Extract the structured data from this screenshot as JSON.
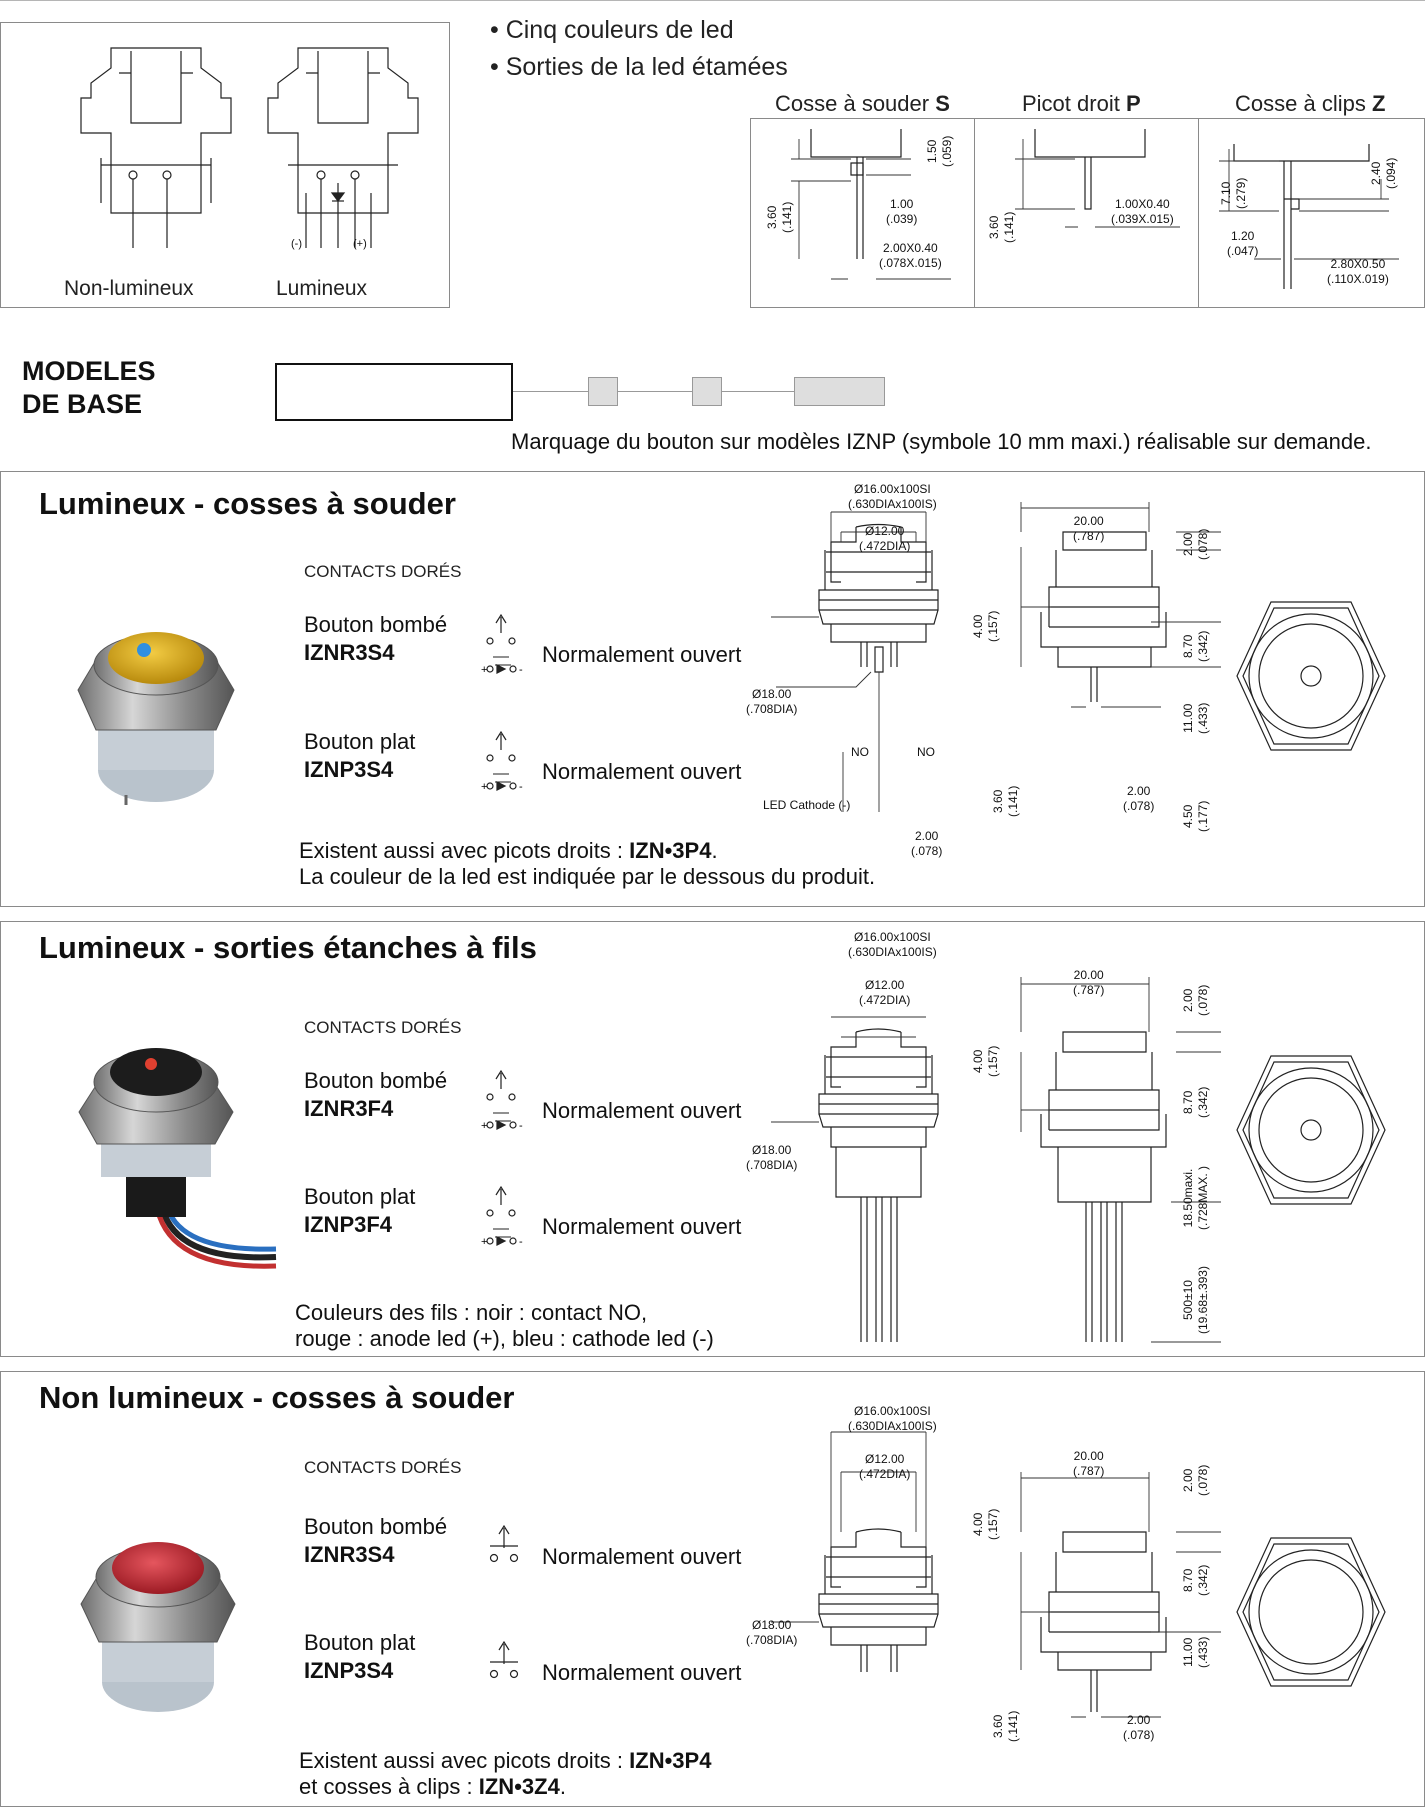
{
  "top": {
    "diagram_labels": {
      "non_lumineux": "Non-lumineux",
      "lumineux": "Lumineux",
      "minus": "(-)",
      "plus": "(+)"
    },
    "bullets": [
      "• Cinq couleurs de led",
      "• Sorties de la led étamées"
    ],
    "terminals": [
      {
        "label": "Cosse à souder",
        "code": "S",
        "dims": [
          "3.60",
          "(.141)",
          "1.50",
          "(.059)",
          "1.00",
          "(.039)",
          "2.00X0.40",
          "(.078X.015)"
        ]
      },
      {
        "label": "Picot droit",
        "code": "P",
        "dims": [
          "3.60",
          "(.141)",
          "1.00X0.40",
          "(.039X.015)"
        ]
      },
      {
        "label": "Cosse à clips",
        "code": "Z",
        "dims": [
          "7.10",
          "(.279)",
          "2.40",
          "(.094)",
          "1.20",
          "(.047)",
          "2.80X0.50",
          "(.110X.019)"
        ]
      }
    ]
  },
  "modeles": {
    "title_line1": "MODELES",
    "title_line2": "DE BASE",
    "marking_note": "Marquage du bouton sur modèles IZNP (symbole 10 mm maxi.) réalisable sur demande."
  },
  "sections": [
    {
      "title": "Lumineux - cosses à souder",
      "contacts": "CONTACTS DORÉS",
      "products": [
        {
          "name": "Bouton bombé",
          "ref": "IZNR3S4",
          "function": "Normalement ouvert"
        },
        {
          "name": "Bouton plat",
          "ref": "IZNP3S4",
          "function": "Normalement ouvert"
        }
      ],
      "note_line1_pre": "Existent aussi avec picots droits : ",
      "note_line1_bold": "IZN•3P4",
      "note_line1_post": ".",
      "note_line2": "La couleur de la led est indiquée par le dessous du produit.",
      "dims": {
        "d16": "Ø16.00x100SI",
        "d16i": "(.630DIAx100IS)",
        "d12": "Ø12.00",
        "d12i": "(.472DIA)",
        "d18": "Ø18.00",
        "d18i": "(.708DIA)",
        "w20": "20.00",
        "w20i": "(.787)",
        "h2": "2.00",
        "h2i": "(.078)",
        "h4": "4.00",
        "h4i": "(.157)",
        "h87": "8.70",
        "h87i": "(.342)",
        "h11": "11.00",
        "h11i": "(.433)",
        "h36": "3.60",
        "h36i": "(.141)",
        "h45": "4.50",
        "h45i": "(.177)",
        "t2": "2.00",
        "t2i": "(.078)",
        "b2": "2.00",
        "b2i": "(.078)",
        "no": "NO",
        "led": "LED Cathode (-)"
      }
    },
    {
      "title": "Lumineux - sorties étanches à fils",
      "contacts": "CONTACTS DORÉS",
      "products": [
        {
          "name": "Bouton bombé",
          "ref": "IZNR3F4",
          "function": "Normalement ouvert"
        },
        {
          "name": "Bouton plat",
          "ref": "IZNP3F4",
          "function": "Normalement ouvert"
        }
      ],
      "note_line1": "Couleurs des fils : noir : contact NO,",
      "note_line2": "rouge : anode led (+), bleu : cathode led (-)",
      "dims": {
        "d16": "Ø16.00x100SI",
        "d16i": "(.630DIAx100IS)",
        "d12": "Ø12.00",
        "d12i": "(.472DIA)",
        "d18": "Ø18.00",
        "d18i": "(.708DIA)",
        "w20": "20.00",
        "w20i": "(.787)",
        "h2": "2.00",
        "h2i": "(.078)",
        "h4": "4.00",
        "h4i": "(.157)",
        "h87": "8.70",
        "h87i": "(.342)",
        "h185": "18.50maxi.",
        "h185i": "(.728MAX.  )",
        "h500": "500±10",
        "h500i": "(19.68±.393)"
      }
    },
    {
      "title": "Non lumineux - cosses à souder",
      "contacts": "CONTACTS DORÉS",
      "products": [
        {
          "name": "Bouton bombé",
          "ref": "IZNR3S4",
          "function": "Normalement ouvert"
        },
        {
          "name": "Bouton plat",
          "ref": "IZNP3S4",
          "function": "Normalement ouvert"
        }
      ],
      "note_line1_pre": "Existent aussi avec picots droits : ",
      "note_line1_bold": "IZN•3P4",
      "note_line2_pre": "et cosses à clips : ",
      "note_line2_bold": "IZN•3Z4",
      "note_line2_post": ".",
      "dims": {
        "d16": "Ø16.00x100SI",
        "d16i": "(.630DIAx100IS)",
        "d12": "Ø12.00",
        "d12i": "(.472DIA)",
        "d18": "Ø18.00",
        "d18i": "(.708DIA)",
        "w20": "20.00",
        "w20i": "(.787)",
        "h2": "2.00",
        "h2i": "(.078)",
        "h4": "4.00",
        "h4i": "(.157)",
        "h87": "8.70",
        "h87i": "(.342)",
        "h11": "11.00",
        "h11i": "(.433)",
        "h36": "3.60",
        "h36i": "(.141)",
        "b2": "2.00",
        "b2i": "(.078)"
      }
    }
  ],
  "colors": {
    "border": "#8a8a8a",
    "text": "#111111",
    "cap_yellow": "#e3b21b",
    "cap_black": "#1c1c1c",
    "cap_red": "#c8323a",
    "led_blue": "#2f8fe0",
    "led_red": "#e04030"
  }
}
